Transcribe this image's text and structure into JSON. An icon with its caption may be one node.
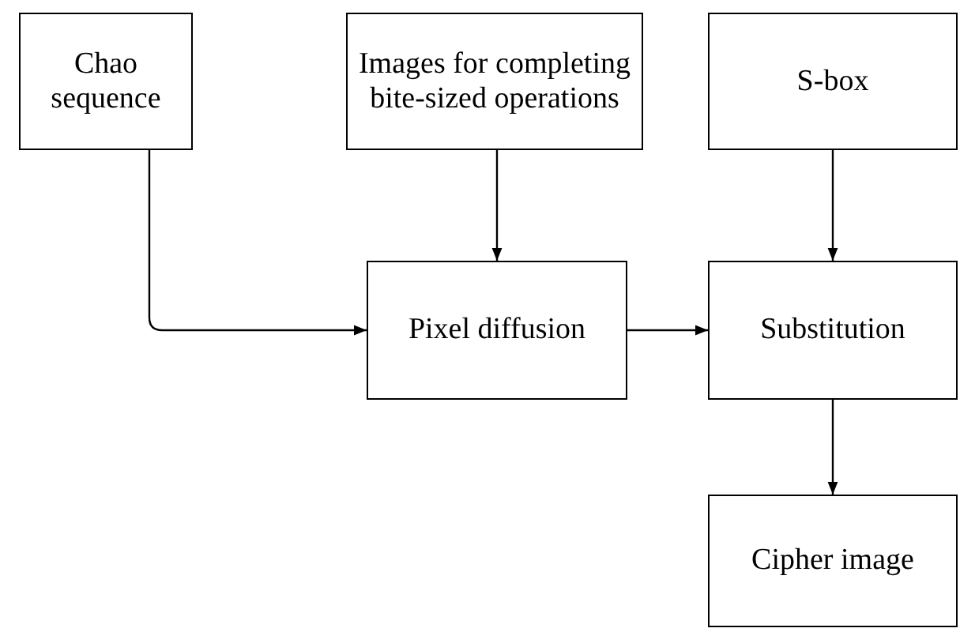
{
  "diagram": {
    "nodes": [
      {
        "text": [
          "Chao sequence"
        ]
      },
      {
        "text": [
          "Images for completing bite-sized operations"
        ]
      },
      {
        "text": [
          "S-box"
        ]
      },
      {
        "text": [
          "Pixel diffusion"
        ]
      },
      {
        "text": [
          "Substitution"
        ]
      },
      {
        "text": [
          "Cipher image"
        ]
      }
    ],
    "edges": [
      {
        "from": 0,
        "to": 3,
        "arrow": "to"
      },
      {
        "from": 1,
        "to": 3,
        "arrow": "to"
      },
      {
        "from": 2,
        "to": 4,
        "arrow": "to"
      },
      {
        "from": 3,
        "to": 4,
        "arrow": "to"
      },
      {
        "from": 4,
        "to": 5,
        "arrow": "to"
      }
    ]
  }
}
